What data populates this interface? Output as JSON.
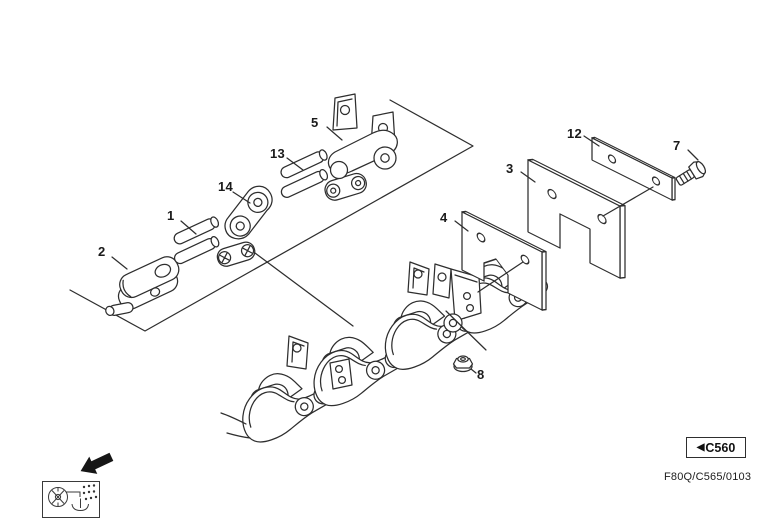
{
  "diagram": {
    "callouts": {
      "c1": "1",
      "c2": "2",
      "c3": "3",
      "c4": "4",
      "c5": "5",
      "c7": "7",
      "c8": "8",
      "c12": "12",
      "c13": "13",
      "c14": "14"
    },
    "nav": {
      "prev_symbol": "◀",
      "prev_code": "C560"
    },
    "footer": {
      "figure_code": "F80Q/C565/0103"
    },
    "colors": {
      "background": "#ffffff",
      "line": "#2e2e2e",
      "text": "#1a1a1a",
      "arrow_fill": "#161616"
    },
    "icons": {
      "direction_arrow": "direction-arrow-icon",
      "location_pictogram": "sprocket-chain-icon",
      "nav_triangle": "left-triangle-icon"
    }
  }
}
